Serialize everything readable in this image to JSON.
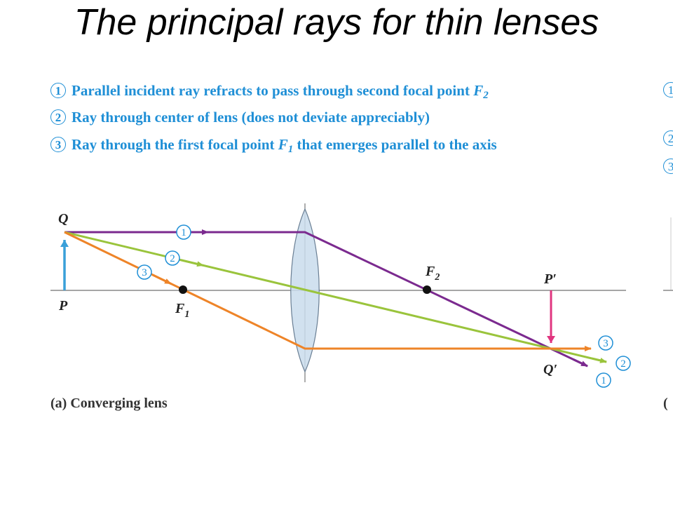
{
  "title": "The principal rays for thin lenses",
  "legend": [
    {
      "num": "1",
      "text": "Parallel incident ray refracts to pass through second focal point ",
      "symbol": "F",
      "sub": "2",
      "after": ""
    },
    {
      "num": "2",
      "text": "Ray through center of lens (does not deviate appreciably)",
      "symbol": "",
      "sub": "",
      "after": ""
    },
    {
      "num": "3",
      "text": "Ray through the first focal point ",
      "symbol": "F",
      "sub": "1",
      "after": " that emerges parallel to the axis"
    }
  ],
  "labels": {
    "Q": "Q",
    "P": "P",
    "F1": "F",
    "F1_sub": "1",
    "F2": "F",
    "F2_sub": "2",
    "Pprime": "P′",
    "Qprime": "Q′"
  },
  "ray_badges": {
    "ray1": "1",
    "ray2": "2",
    "ray3": "3"
  },
  "caption": {
    "part": "(a)",
    "text": "Converging lens"
  },
  "colors": {
    "ray1": "#7b2a8f",
    "ray2": "#9ac43c",
    "ray3": "#ee8428",
    "object": "#3aa0d9",
    "image": "#e0357f",
    "lens": "#c9dcec",
    "axis": "#888888",
    "accent": "#1f8fd6"
  },
  "cropped_panel": {
    "legend": [
      "1",
      "2",
      "3"
    ],
    "caption": "("
  }
}
